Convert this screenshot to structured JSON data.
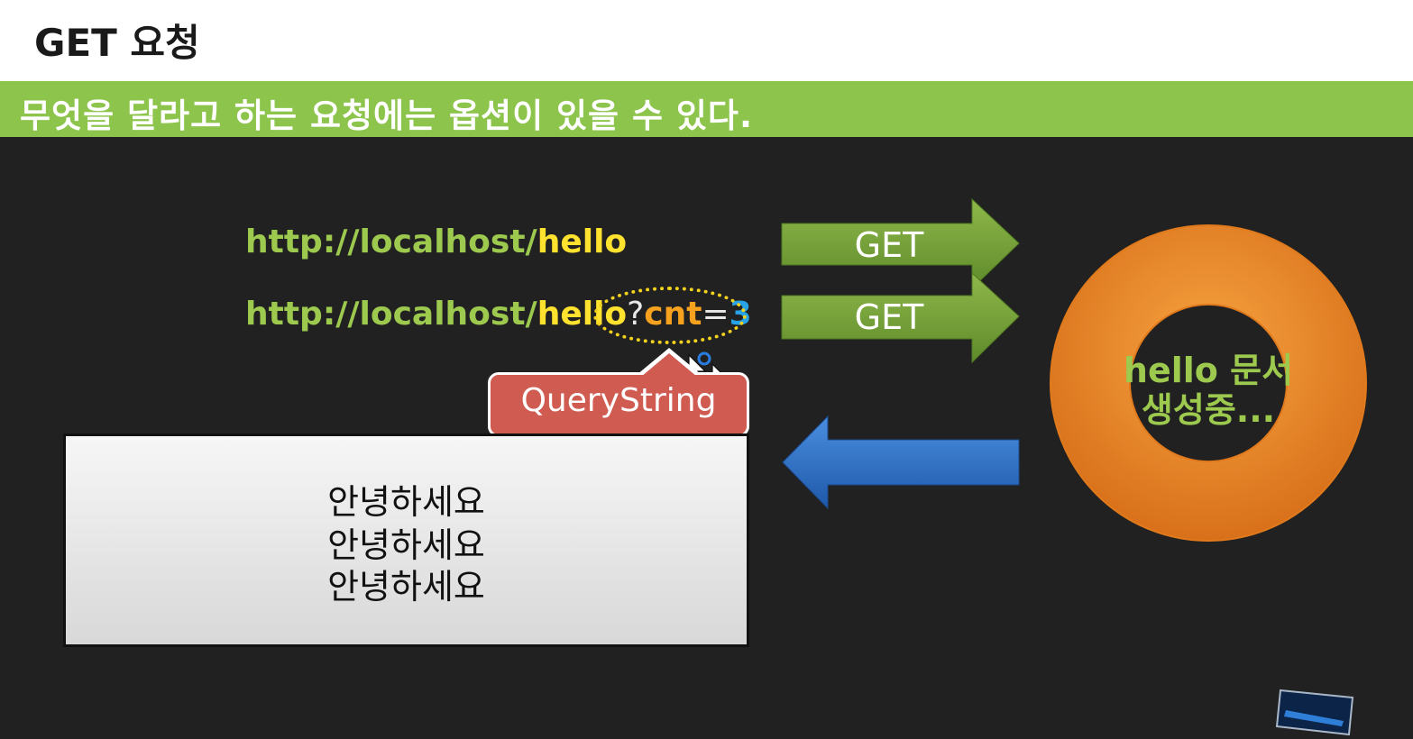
{
  "header": {
    "title": "GET 요청"
  },
  "banner": {
    "subtitle": "무엇을 달라고 하는 요청에는 옵션이 있을 수 있다."
  },
  "requests": [
    {
      "base": "http://localhost/",
      "resource": "hello",
      "method": "GET"
    },
    {
      "base": "http://localhost/",
      "resource": "hello",
      "query_mark": "?",
      "query_key": "cnt",
      "query_eq": "=",
      "query_value": "3",
      "method": "GET"
    }
  ],
  "callout": {
    "label": "QueryString"
  },
  "server": {
    "status_line1": "hello 문서",
    "status_line2": "생성중..."
  },
  "response": {
    "lines": [
      "안녕하세요",
      "안녕하세요",
      "안녕하세요"
    ]
  },
  "colors": {
    "banner": "#8dc44c",
    "background": "#212121",
    "get_arrow": "#6d9532",
    "response_arrow": "#2f6fc4",
    "donut": "#ef8a21",
    "callout": "#cf5b51"
  },
  "icons": {
    "cursor": "mouse-cursor-icon",
    "window": "window-thumbnail-icon"
  }
}
